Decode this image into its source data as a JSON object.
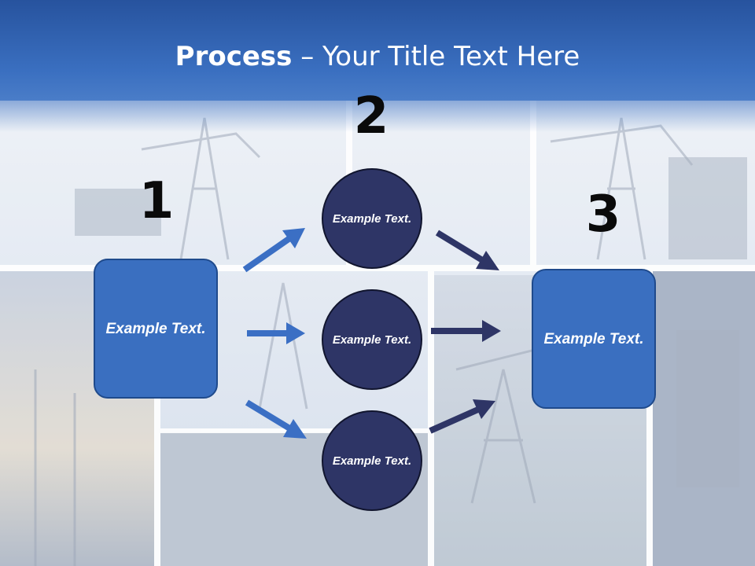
{
  "title": {
    "bold": "Process",
    "separator": " – ",
    "rest": "Your Title Text Here"
  },
  "steps": {
    "one": "1",
    "two": "2",
    "three": "3"
  },
  "left_box": "Example Text.",
  "right_box": "Example Text.",
  "circles": [
    "Example Text.",
    "Example Text.",
    "Example Text."
  ],
  "colors": {
    "header": "#3a6fc0",
    "box": "#3a6fc0",
    "circle": "#2e3566",
    "arrow_light": "#3b6fc4",
    "arrow_dark": "#2e3566"
  }
}
